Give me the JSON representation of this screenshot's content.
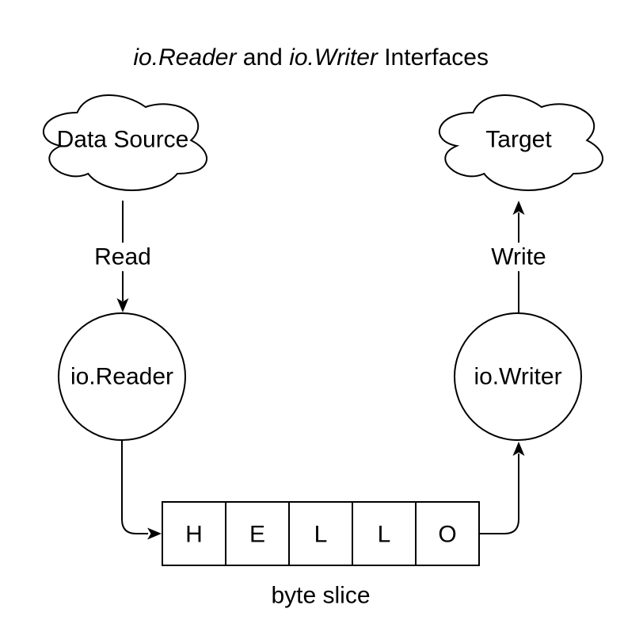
{
  "title": {
    "parts": [
      {
        "text": "io.Reader",
        "style": "italic"
      },
      {
        "text": " and ",
        "style": "regular"
      },
      {
        "text": "io.Writer",
        "style": "italic"
      },
      {
        "text": " Interfaces",
        "style": "regular"
      }
    ],
    "full_text": "io.Reader and io.Writer Interfaces"
  },
  "nodes": {
    "data_source": {
      "label": "Data Source",
      "shape": "cloud"
    },
    "target": {
      "label": "Target",
      "shape": "cloud"
    },
    "reader": {
      "label": "io.Reader",
      "shape": "circle"
    },
    "writer": {
      "label": "io.Writer",
      "shape": "circle"
    }
  },
  "edges": {
    "read": {
      "label": "Read",
      "from": "data_source",
      "to": "reader"
    },
    "write": {
      "label": "Write",
      "from": "writer",
      "to": "target"
    },
    "reader_to_slice": {
      "label": "",
      "from": "reader",
      "to": "byte_slice"
    },
    "slice_to_writer": {
      "label": "",
      "from": "byte_slice",
      "to": "writer"
    }
  },
  "byte_slice": {
    "label": "byte slice",
    "cells": [
      "H",
      "E",
      "L",
      "L",
      "O"
    ]
  },
  "colors": {
    "stroke": "#000000",
    "background": "#ffffff",
    "text": "#000000"
  }
}
